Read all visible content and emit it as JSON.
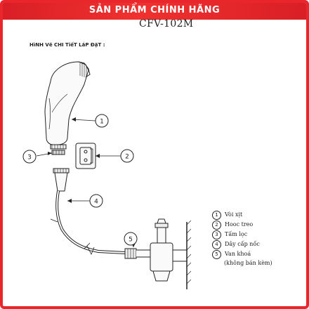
{
  "banner": {
    "text": "SẢN PHẨM CHÍNH HÃNG",
    "color": "#e8262b"
  },
  "document": {
    "model": "CFV-102M",
    "section_title": "HìNH Vẽ CHI TiếT LắP ĐặT :"
  },
  "callouts": [
    "1",
    "2",
    "3",
    "4",
    "5"
  ],
  "legend": [
    {
      "num": "1",
      "label": "Vòi xịt"
    },
    {
      "num": "2",
      "label": "Hooc treo"
    },
    {
      "num": "3",
      "label": "Tấm lọc"
    },
    {
      "num": "4",
      "label": "Dây cấp nốc"
    },
    {
      "num": "5",
      "label": "Van khoá",
      "note": "(không bán kèm)"
    }
  ]
}
